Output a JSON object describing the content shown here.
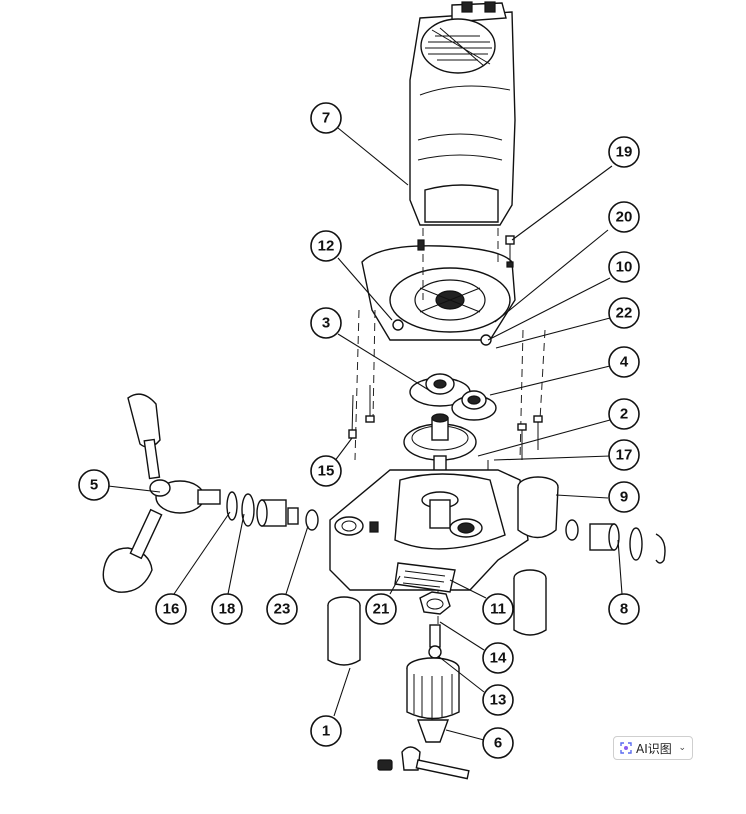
{
  "callouts": [
    {
      "id": "c7",
      "label": "7"
    },
    {
      "id": "c19",
      "label": "19"
    },
    {
      "id": "c20",
      "label": "20"
    },
    {
      "id": "c12",
      "label": "12"
    },
    {
      "id": "c10",
      "label": "10"
    },
    {
      "id": "c22",
      "label": "22"
    },
    {
      "id": "c3",
      "label": "3"
    },
    {
      "id": "c4",
      "label": "4"
    },
    {
      "id": "c2",
      "label": "2"
    },
    {
      "id": "c17",
      "label": "17"
    },
    {
      "id": "c15",
      "label": "15"
    },
    {
      "id": "c5",
      "label": "5"
    },
    {
      "id": "c9",
      "label": "9"
    },
    {
      "id": "c16",
      "label": "16"
    },
    {
      "id": "c18",
      "label": "18"
    },
    {
      "id": "c23",
      "label": "23"
    },
    {
      "id": "c21",
      "label": "21"
    },
    {
      "id": "c11",
      "label": "11"
    },
    {
      "id": "c8",
      "label": "8"
    },
    {
      "id": "c14",
      "label": "14"
    },
    {
      "id": "c13",
      "label": "13"
    },
    {
      "id": "c1",
      "label": "1"
    },
    {
      "id": "c6",
      "label": "6"
    }
  ],
  "ai_button": {
    "label": "AI识图",
    "icon": "ai-scan-icon",
    "chevron": "chevron-down-icon"
  }
}
